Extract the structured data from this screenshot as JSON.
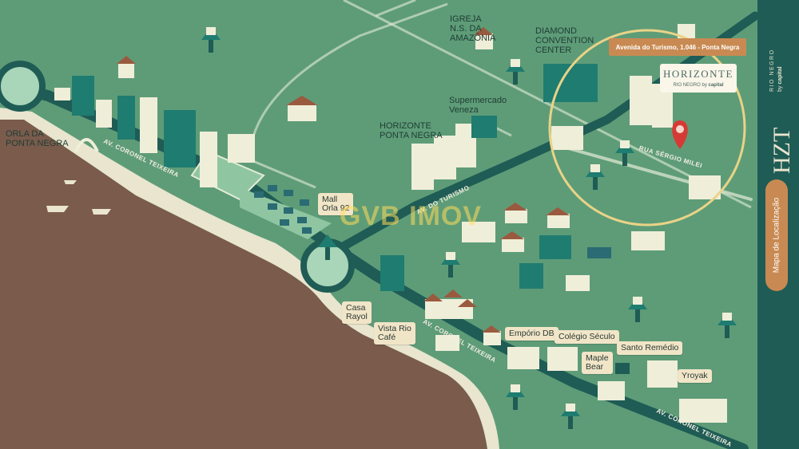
{
  "colors": {
    "land": "#5e9c78",
    "water": "#7a5b4c",
    "road": "#1f5c55",
    "sand": "#e9e5cf",
    "accent": "#c88a52",
    "circle": "#e9d387",
    "pin": "#d63a34"
  },
  "places": {
    "igreja": "IGREJA\nN.S. DA\nAMAZÔNIA",
    "diamond": "DIAMOND\nCONVENTION\nCENTER",
    "supermercado": "Supermercado\nVeneza",
    "horizonte_pn": "HORIZONTE\nPONTA NEGRA",
    "orla": "ORLA DA\nPONTA NEGRA",
    "mall": "Mall\nOrla 92",
    "casa_rayol": "Casa\nRayol",
    "vista_rio": "Vista Rio\nCafé",
    "emporio": "Empório DB",
    "colegio": "Colégio Século",
    "santo_remedio": "Santo Remédio",
    "maple_bear": "Maple\nBear",
    "yroyak": "Yroyak"
  },
  "streets": {
    "coronel_1": "AV. CORONEL TEIXEIRA",
    "coronel_2": "AV. CORONEL TEIXEIRA",
    "coronel_3": "AV. CORONEL TEIXEIRA",
    "turismo": "AV. DO TURISMO",
    "sergio": "RUA SÉRGIO MILEI"
  },
  "address": "Avenida do Turismo, 1.046 - Ponta Negra",
  "logo": {
    "name": "HORIZONTE",
    "sub": "RIO NEGRO",
    "by": "by",
    "company": "capital"
  },
  "sidebar": {
    "brand": "HZT",
    "brand_sub": "RIO NEGRO",
    "by": "by",
    "company": "capital",
    "map_label": "Mapa de Localização"
  },
  "watermark": "GVB IMOV"
}
